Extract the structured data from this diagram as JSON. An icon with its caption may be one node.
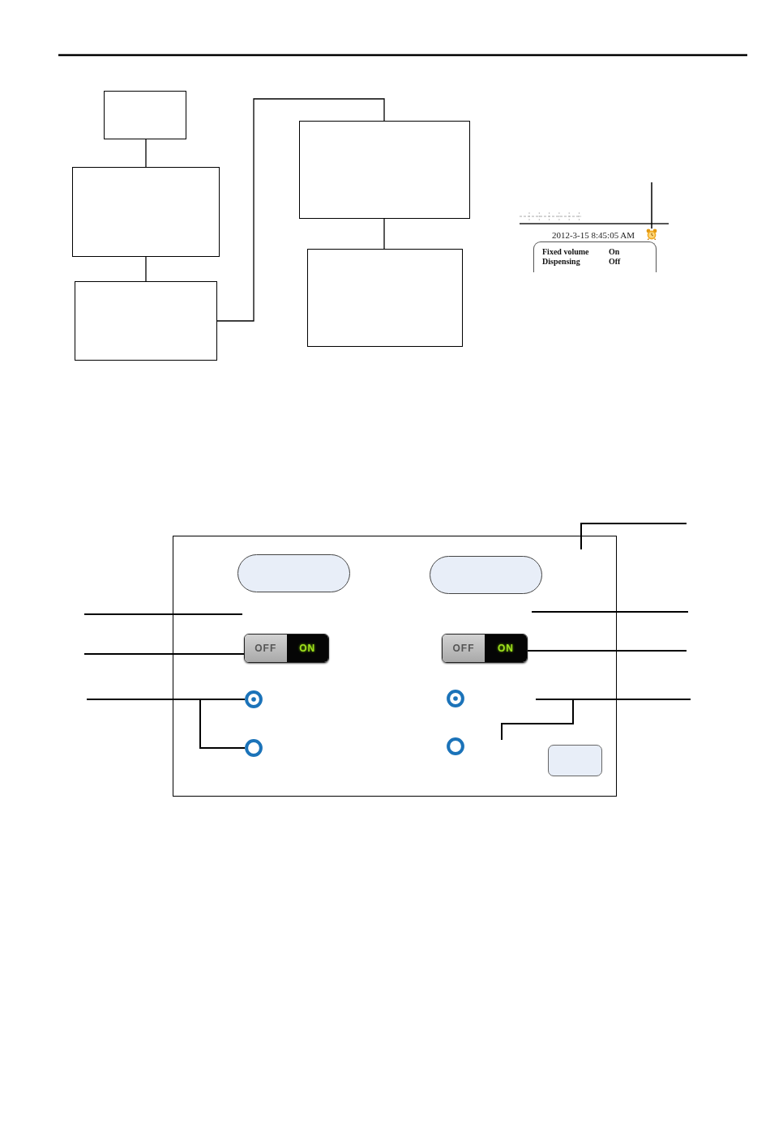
{
  "diagram": {
    "nodes": [
      {
        "text": [],
        "shape": "box"
      },
      {
        "text": [],
        "shape": "box"
      },
      {
        "text": [],
        "shape": "box"
      },
      {
        "text": [],
        "shape": "box"
      },
      {
        "text": [],
        "shape": "box"
      },
      {
        "text": [],
        "shape": "picture"
      },
      {
        "text": [
          "Fixed volume",
          "On",
          "Dispensing",
          "Off"
        ]
      },
      {
        "text": [],
        "shape": "box"
      },
      {
        "text": [],
        "shape": "box",
        "in": 7
      },
      {
        "text": [],
        "shape": "box",
        "in": 7
      },
      {
        "text": [
          "OFF",
          "ON"
        ],
        "in": 7
      },
      {
        "text": [
          "OFF",
          "ON"
        ],
        "in": 7
      },
      {
        "text": [],
        "shape": "circle",
        "in": 7
      },
      {
        "text": [],
        "shape": "circle",
        "in": 7
      },
      {
        "text": [],
        "shape": "circle",
        "in": 7
      },
      {
        "text": [],
        "shape": "circle",
        "in": 7
      },
      {
        "text": [],
        "shape": "box",
        "in": 7
      }
    ],
    "edges": [
      {
        "from": 0,
        "to": 1,
        "arrow": "none"
      },
      {
        "from": 1,
        "to": 2,
        "arrow": "none"
      },
      {
        "from": 2,
        "to": 3,
        "arrow": "none"
      },
      {
        "from": 3,
        "to": 4,
        "arrow": "none"
      },
      {
        "from": null,
        "to": 5,
        "arrow": "none"
      },
      {
        "from": null,
        "to": 10,
        "arrow": "none"
      },
      {
        "from": null,
        "to": 12,
        "arrow": "none"
      },
      {
        "from": null,
        "to": 14,
        "arrow": "none"
      },
      {
        "from": null,
        "to": 11,
        "arrow": "none"
      }
    ],
    "labels": [
      "2012-3-15 8:45:05 AM"
    ]
  }
}
